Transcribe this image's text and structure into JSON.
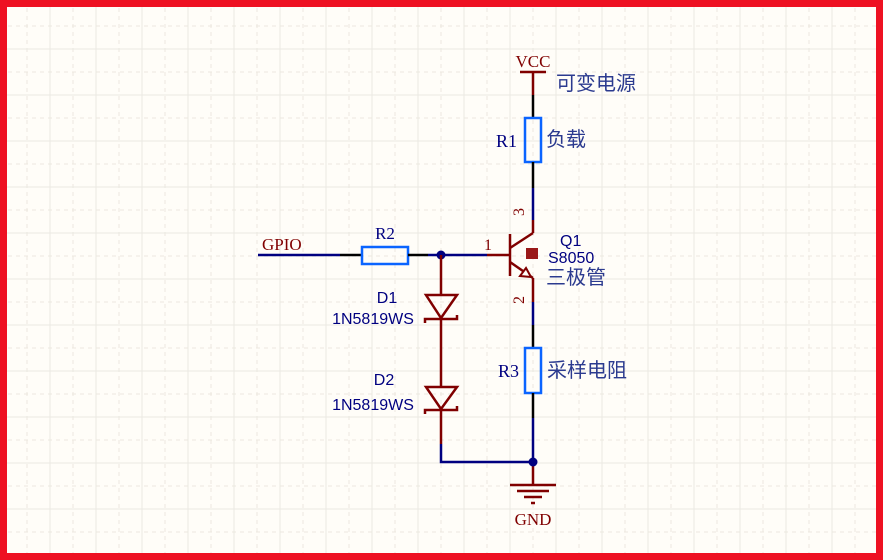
{
  "colors": {
    "background": "#fffdf8",
    "border": "#ee1122",
    "grid_major": "#ebe9e2",
    "grid_minor": "#ece8df",
    "wire": "#000080",
    "pin": "#800000",
    "body": "#0a64ff",
    "designator": "#000080",
    "comment": "#2b3a8f",
    "power_text": "#800000"
  },
  "nets": {
    "vcc": {
      "label": "VCC",
      "comment": "可变电源"
    },
    "gnd": {
      "label": "GND"
    },
    "gpio": {
      "label": "GPIO"
    }
  },
  "components": {
    "r1": {
      "designator": "R1",
      "comment": "负载"
    },
    "r2": {
      "designator": "R2"
    },
    "r3": {
      "designator": "R3",
      "comment": "采样电阻"
    },
    "q1": {
      "designator": "Q1",
      "value": "S8050",
      "comment": "三极管",
      "pins": {
        "base": "1",
        "emitter": "2",
        "collector": "3"
      }
    },
    "d1": {
      "designator": "D1",
      "value": "1N5819WS"
    },
    "d2": {
      "designator": "D2",
      "value": "1N5819WS"
    }
  }
}
